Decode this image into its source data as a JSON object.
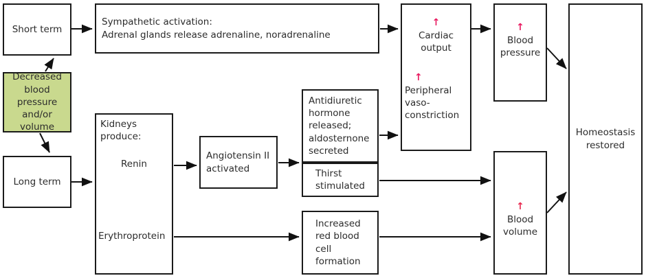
{
  "diagram": {
    "title": "Blood pressure regulation homeostasis flowchart",
    "accent_arrow_color": "#e8195f",
    "highlight_box_color": "#c9d98e",
    "box_border_color": "#1a1a1a",
    "text_color": "#2b2b2b"
  },
  "nodes": {
    "short_term": {
      "label": "Short term"
    },
    "stimulus": {
      "label": "Decreased\nblood\npressure\nand/or\nvolume"
    },
    "long_term": {
      "label": "Long term"
    },
    "sympathetic": {
      "label": "Sympathetic activation:\nAdrenal glands release adrenaline, noradrenaline"
    },
    "kidneys": {
      "header": "Kidneys\nproduce:",
      "renin": "Renin",
      "erythroprotein": "Erythroprotein"
    },
    "angiotensin": {
      "label": "Angiotensin II\nactivated"
    },
    "adh": {
      "label": "Antidiuretic\nhormone\nreleased;\naldosternone\nsecreted"
    },
    "thirst": {
      "label": "Thirst\nstimulated"
    },
    "rbc": {
      "label": "Increased\nred blood\ncell\nformation"
    },
    "cardiac_vaso": {
      "cardiac_arrow": "↑",
      "cardiac_label": "Cardiac\noutput",
      "vaso_arrow": "↑",
      "vaso_label": "Peripheral\nvaso-\nconstriction"
    },
    "blood_pressure": {
      "arrow": "↑",
      "label": "Blood\npressure"
    },
    "blood_volume": {
      "arrow": "↑",
      "label": "Blood\nvolume"
    },
    "homeostasis": {
      "label": "Homeostasis\nrestored"
    }
  },
  "edges": [
    {
      "from": "stimulus",
      "to": "short_term"
    },
    {
      "from": "stimulus",
      "to": "long_term"
    },
    {
      "from": "short_term",
      "to": "sympathetic"
    },
    {
      "from": "sympathetic",
      "to": "cardiac_vaso"
    },
    {
      "from": "long_term",
      "to": "kidneys"
    },
    {
      "from": "kidneys_renin",
      "to": "angiotensin"
    },
    {
      "from": "angiotensin",
      "to": "adh_thirst"
    },
    {
      "from": "adh",
      "to": "cardiac_vaso"
    },
    {
      "from": "thirst",
      "to": "blood_volume"
    },
    {
      "from": "kidneys_erythroprotein",
      "to": "rbc"
    },
    {
      "from": "rbc",
      "to": "blood_volume"
    },
    {
      "from": "cardiac_vaso",
      "to": "blood_pressure"
    },
    {
      "from": "blood_pressure",
      "to": "homeostasis"
    },
    {
      "from": "blood_volume",
      "to": "homeostasis"
    }
  ]
}
